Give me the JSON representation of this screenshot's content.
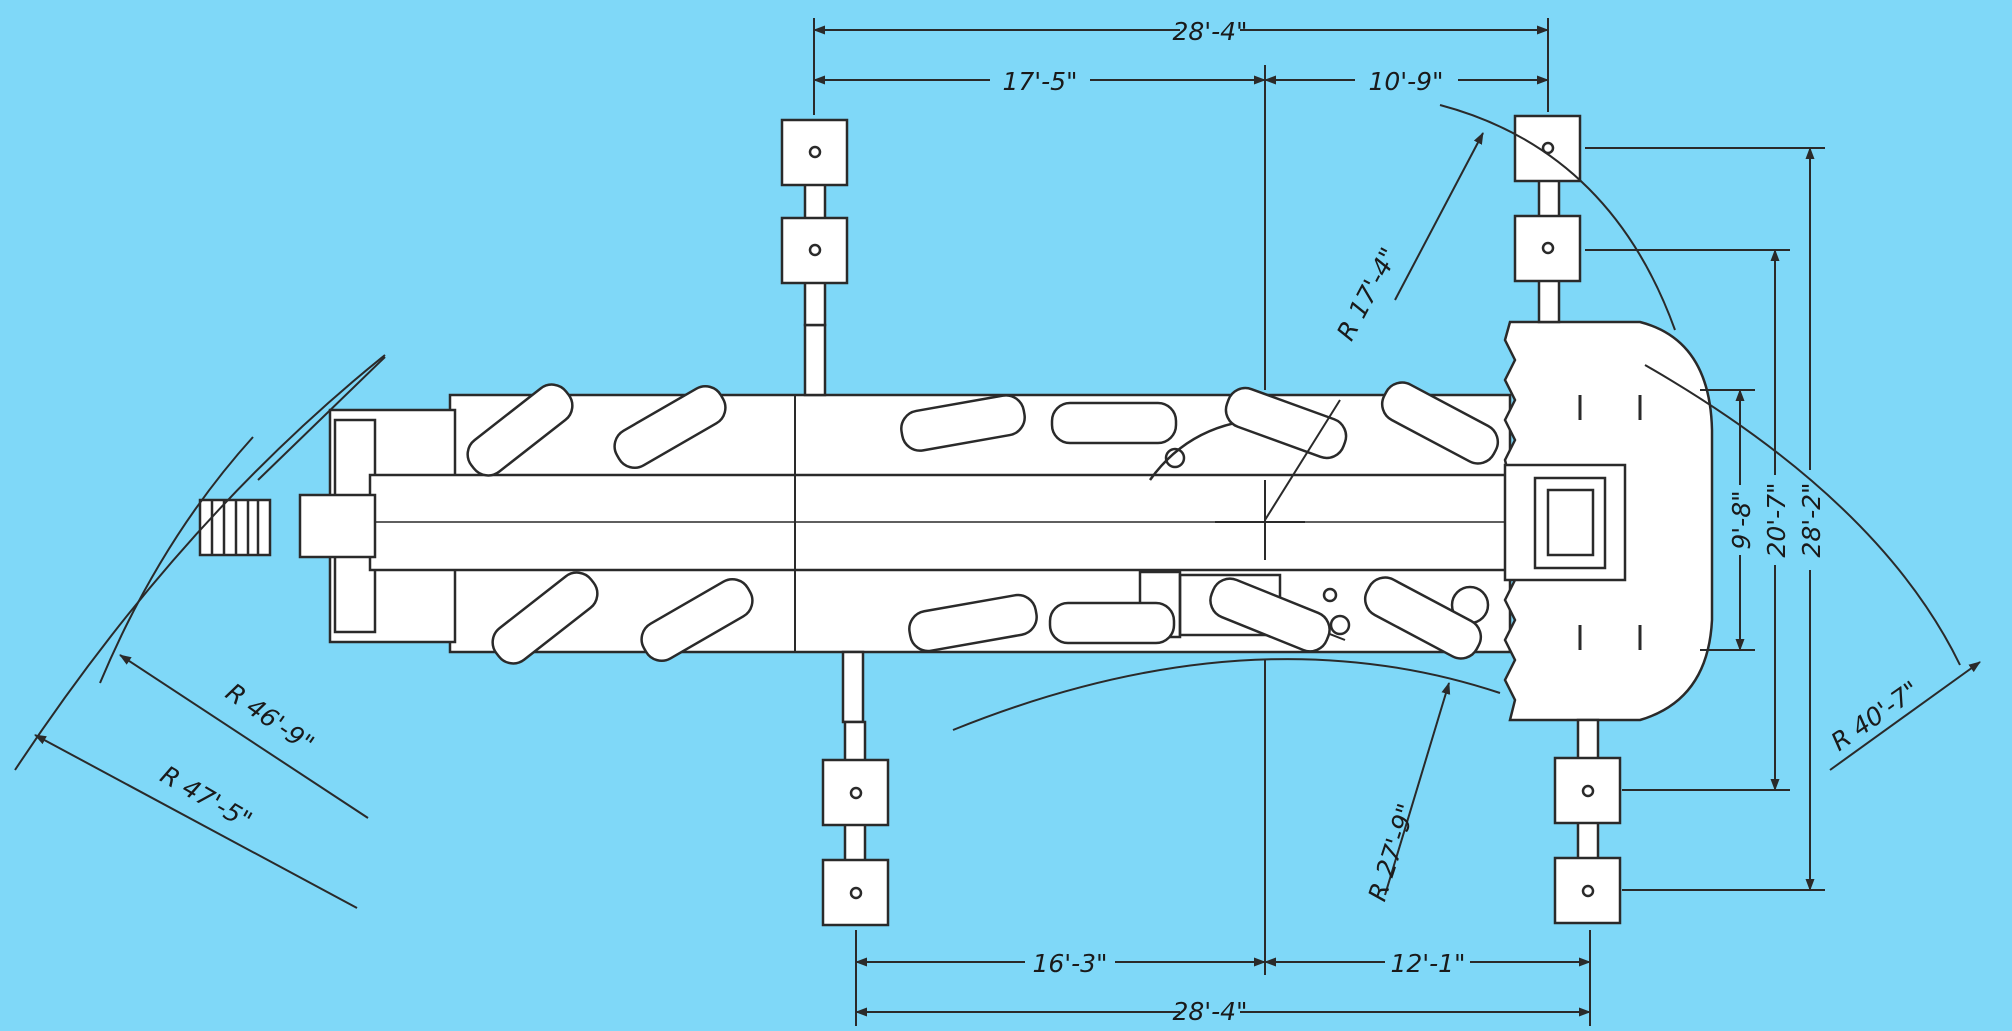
{
  "diagram": {
    "colors": {
      "background": "#7fd8f8",
      "lines": "#2a2a2a",
      "body_fill": "#ffffff"
    },
    "top_dimensions": {
      "overall": "28'-4\"",
      "left_part": "17'-5\"",
      "right_part": "10'-9\""
    },
    "bottom_dimensions": {
      "overall": "28'-4\"",
      "left_part": "16'-3\"",
      "right_part": "12'-1\""
    },
    "right_dimensions": {
      "inner": "9'-8\"",
      "middle": "20'-7\"",
      "outer": "28'-2\""
    },
    "radii": {
      "r_17_4": "R 17'-4\"",
      "r_27_9": "R 27'-9\"",
      "r_40_7": "R 40'-7\"",
      "r_46_9": "R 46'-9\"",
      "r_47_5": "R 47'-5\""
    }
  }
}
